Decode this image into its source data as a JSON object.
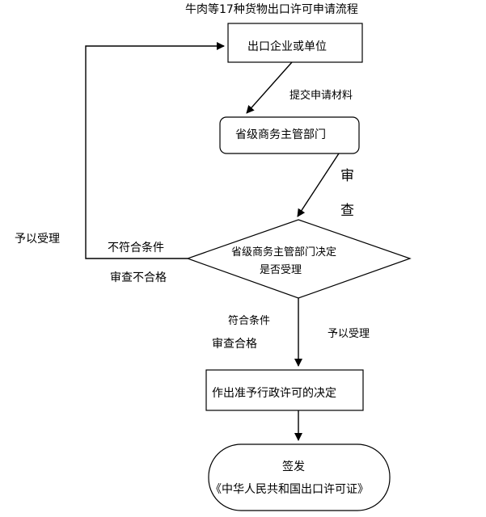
{
  "title": "牛肉等17种货物出口许可申请流程",
  "nodes": {
    "applicant": "出口企业或单位",
    "provincial_dept": "省级商务主管部门",
    "decision_line1": "省级商务主管部门决定",
    "decision_line2": "是否受理",
    "admin_decision": "作出准予行政许可的决定",
    "issue_line1": "签发",
    "issue_line2": "《中华人民共和国出口许可证》"
  },
  "labels": {
    "submit_materials": "提交申请材料",
    "review_char1": "审",
    "review_char2": "查",
    "accept_left": "予以受理",
    "not_qualified": "不符合条件",
    "review_failed": "审查不合格",
    "qualified": "符合条件",
    "review_passed": "审查合格",
    "accept_right": "予以受理"
  },
  "colors": {
    "stroke": "#000000",
    "text": "#000000",
    "background": "#ffffff"
  }
}
